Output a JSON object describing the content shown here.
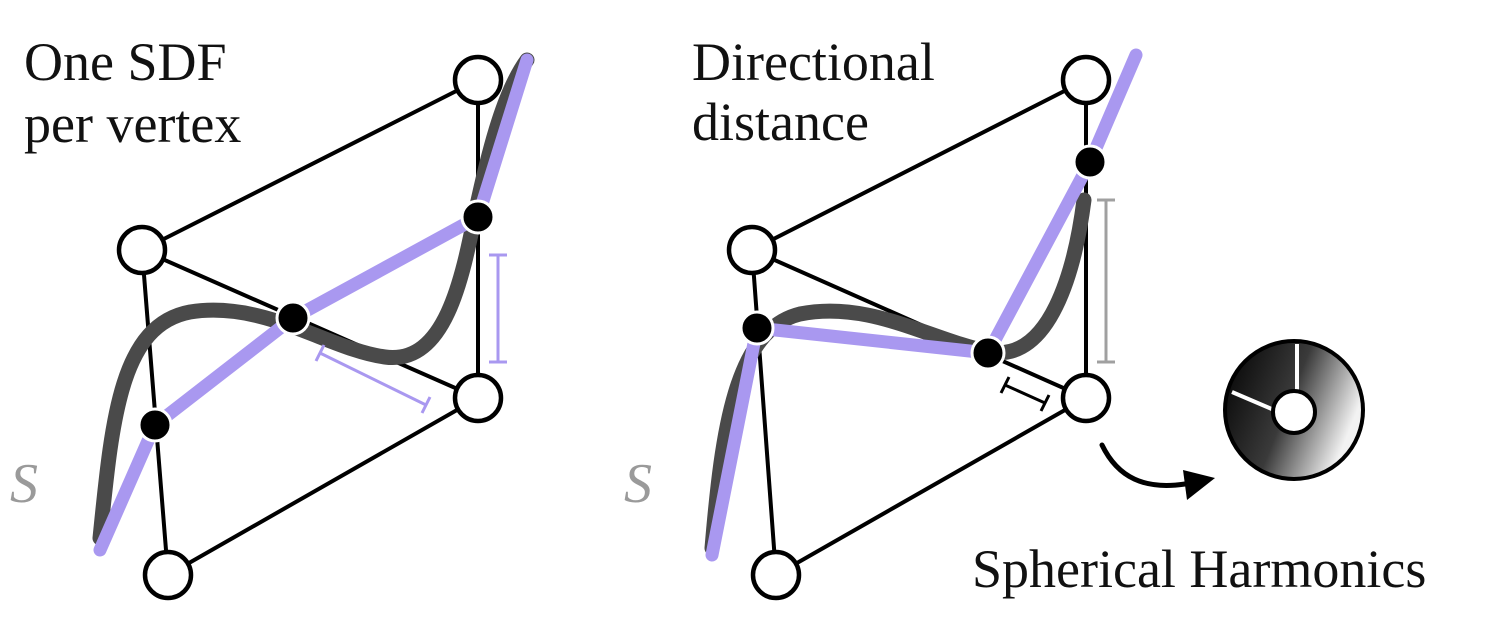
{
  "left_panel": {
    "title_line1": "One SDF",
    "title_line2": "per vertex",
    "surface_label": "S"
  },
  "right_panel": {
    "title_line1": "Directional",
    "title_line2": "distance",
    "surface_label": "S",
    "sh_label": "Spherical Harmonics"
  },
  "colors": {
    "approximation": "#a998f0",
    "surface": "#4a4a4a",
    "surface_label": "#9a9a9a",
    "edges": "#000000"
  }
}
